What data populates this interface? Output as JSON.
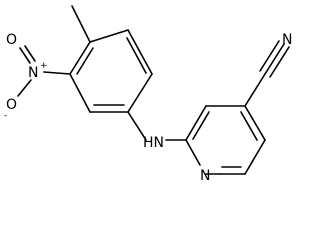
{
  "molecule": {
    "atoms": {
      "nitrile_n": "N",
      "amine_nh": "HN",
      "pyridine_n": "N",
      "nitro_n": "N",
      "nitro_n_charge": "+",
      "nitro_o_top": "O",
      "nitro_o_bottom": "O",
      "nitro_o_bottom_charge": "-"
    }
  }
}
